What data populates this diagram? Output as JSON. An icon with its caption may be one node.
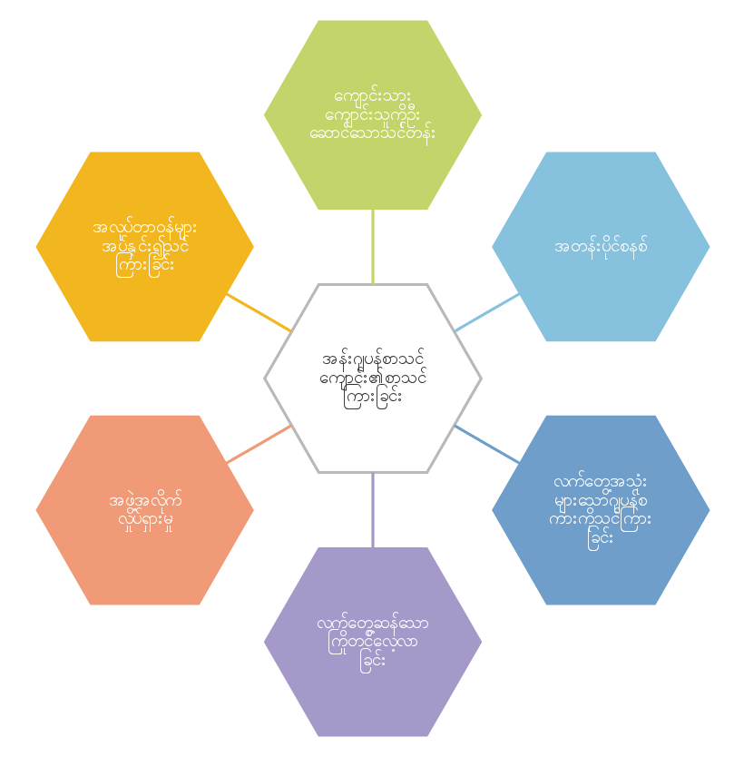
{
  "diagram": {
    "nodes": [
      {
        "text": [
          "အန်းဂျပန်စာသင်ကျောင်း၏စာသင်ကြားခြင်း"
        ]
      },
      {
        "text": [
          "ကျောင်းသားကျောင်းသူကိုဦးဆောင်သောသင်တန်း"
        ]
      },
      {
        "text": [
          "အတန်းပိုင်စနစ်"
        ]
      },
      {
        "text": [
          "လက်တွေ့အသုံးများသောဂျပန်စကားကိုသင်ကြားခြင်း"
        ]
      },
      {
        "text": [
          "လက်တွေ့ဆန်သောကြိုတင်လေ့လာခြင်း"
        ]
      },
      {
        "text": [
          "အဖွဲ့အလိုက်လှုပ်ရှားမှု"
        ]
      },
      {
        "text": [
          "အလုပ်တာဝန်များအပ်နှင်း၍သင်ကြားခြင်း"
        ]
      }
    ],
    "edges": [
      {
        "from": 0,
        "to": 1,
        "arrow": "none",
        "color": "#c3d56a"
      },
      {
        "from": 0,
        "to": 2,
        "arrow": "none",
        "color": "#86c1de"
      },
      {
        "from": 0,
        "to": 3,
        "arrow": "none",
        "color": "#6e9ec9"
      },
      {
        "from": 0,
        "to": 4,
        "arrow": "none",
        "color": "#a499c8"
      },
      {
        "from": 0,
        "to": 5,
        "arrow": "none",
        "color": "#f09a77"
      },
      {
        "from": 0,
        "to": 6,
        "arrow": "none",
        "color": "#f2b61f"
      }
    ]
  }
}
